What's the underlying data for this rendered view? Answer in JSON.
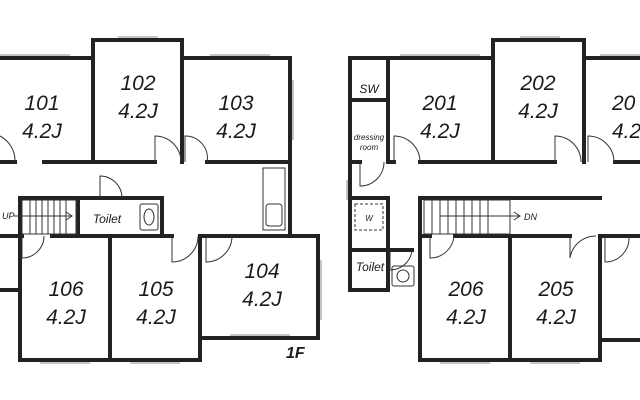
{
  "floor_label": "1F",
  "rooms_1f": [
    {
      "id": "101",
      "area": "4.2J"
    },
    {
      "id": "102",
      "area": "4.2J"
    },
    {
      "id": "103",
      "area": "4.2J"
    },
    {
      "id": "106",
      "area": "4.2J"
    },
    {
      "id": "105",
      "area": "4.2J"
    },
    {
      "id": "104",
      "area": "4.2J"
    }
  ],
  "rooms_2f": [
    {
      "id": "201",
      "area": "4.2J"
    },
    {
      "id": "202",
      "area": "4.2J"
    },
    {
      "id": "20",
      "area": "4.2"
    },
    {
      "id": "206",
      "area": "4.2J"
    },
    {
      "id": "205",
      "area": "4.2J"
    }
  ],
  "labels": {
    "toilet_1f": "Toilet",
    "toilet_2f": "Toilet",
    "sw": "SW",
    "dressing_line1": "dressing",
    "dressing_line2": "room",
    "washer": "W",
    "up": "UP",
    "dn": "DN"
  }
}
